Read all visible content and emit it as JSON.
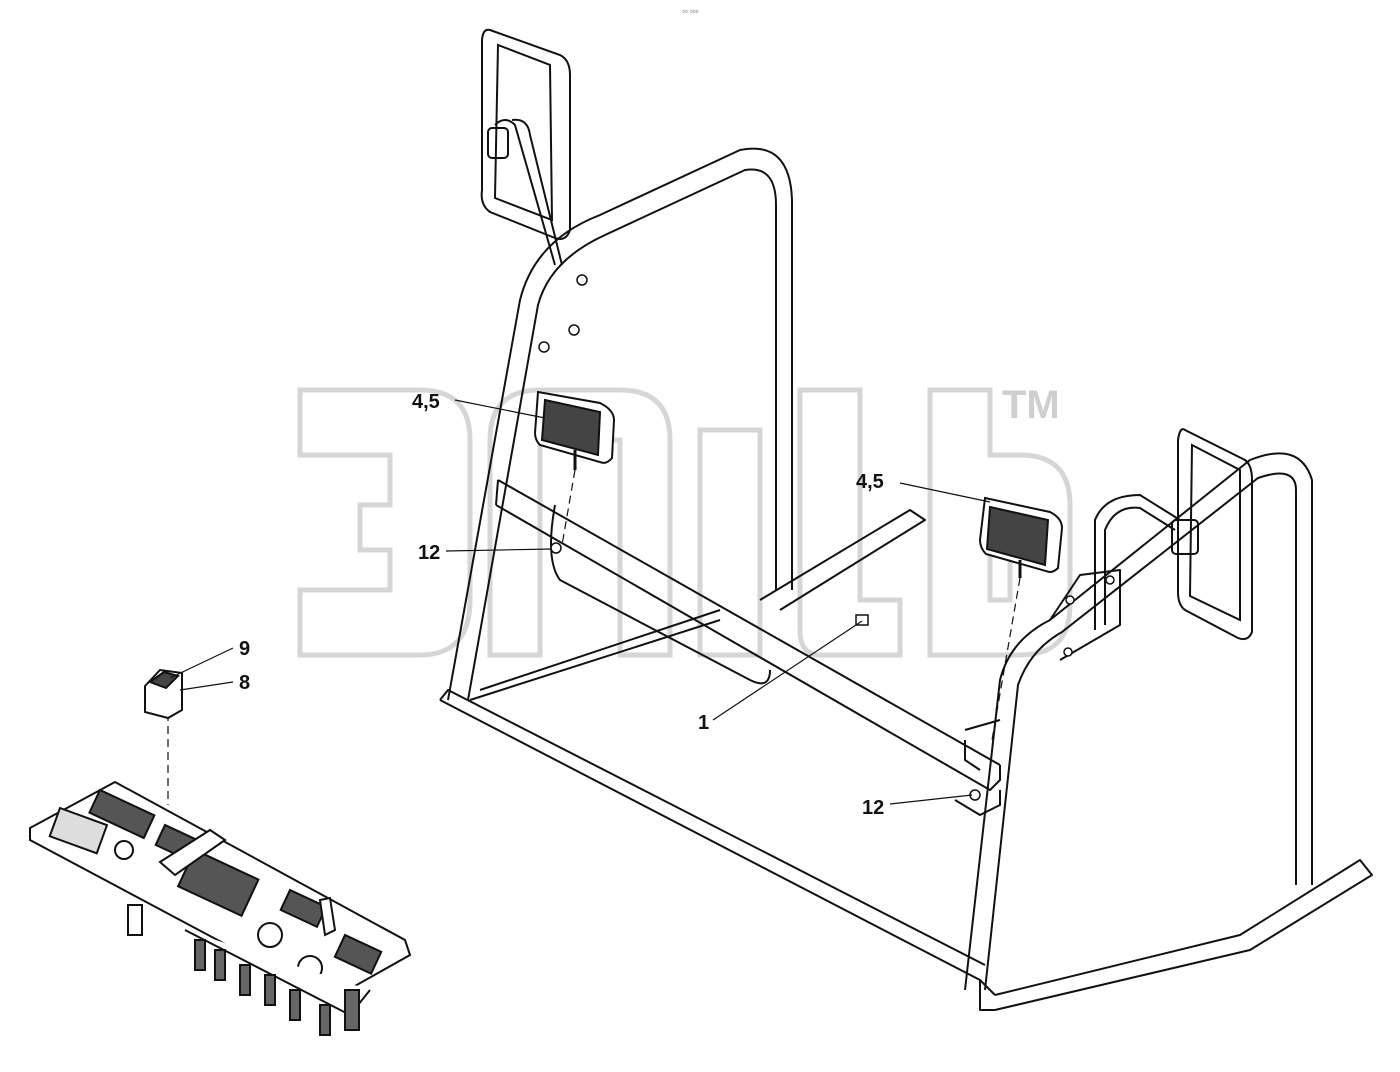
{
  "header": {
    "corner_mark": "▫▫ ▫▫▫"
  },
  "watermark": {
    "trademark": "TM"
  },
  "colors": {
    "line": "#111111",
    "watermark": "#d9d9d9",
    "background": "#ffffff"
  },
  "callouts": {
    "work_light_left": "4,5",
    "work_light_right": "4,5",
    "nut_left": "12",
    "nut_right": "12",
    "crossbar": "1",
    "switch_cap": "9",
    "switch": "8"
  }
}
